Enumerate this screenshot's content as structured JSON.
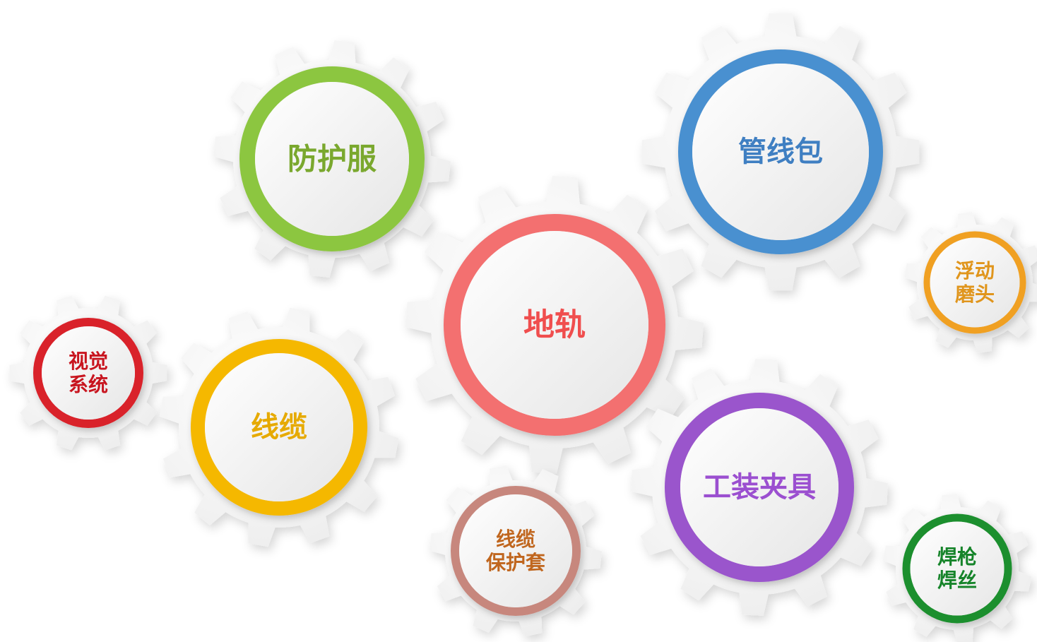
{
  "gears": [
    {
      "id": "protective-suit",
      "lines": [
        "防护服"
      ],
      "ring_color": "#8cc63f",
      "text_color": "#7aa82e"
    },
    {
      "id": "cable-package",
      "lines": [
        "管线包"
      ],
      "ring_color": "#4a90d0",
      "text_color": "#3f7fc2"
    },
    {
      "id": "floating-grinder",
      "lines": [
        "浮动",
        "磨头"
      ],
      "ring_color": "#f0a020",
      "text_color": "#e0951c"
    },
    {
      "id": "ground-rail",
      "lines": [
        "地轨"
      ],
      "ring_color": "#f36f6f",
      "text_color": "#f04e4e"
    },
    {
      "id": "vision-system",
      "lines": [
        "视觉",
        "系统"
      ],
      "ring_color": "#d9202a",
      "text_color": "#c8151f"
    },
    {
      "id": "cables",
      "lines": [
        "线缆"
      ],
      "ring_color": "#f5b800",
      "text_color": "#e6aa00"
    },
    {
      "id": "fixtures",
      "lines": [
        "工装夹具"
      ],
      "ring_color": "#9a55cc",
      "text_color": "#9b4fd0"
    },
    {
      "id": "cable-protector",
      "lines": [
        "线缆",
        "保护套"
      ],
      "ring_color": "#c7877d",
      "text_color": "#c0661e"
    },
    {
      "id": "torch-wire",
      "lines": [
        "焊枪",
        "焊丝"
      ],
      "ring_color": "#1b8f2e",
      "text_color": "#16842a"
    }
  ]
}
